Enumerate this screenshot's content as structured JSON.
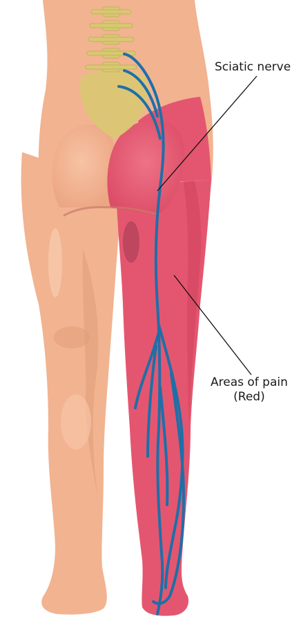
{
  "labels": {
    "sciatic_nerve": "Sciatic nerve",
    "areas_of_pain_line1": "Areas of pain",
    "areas_of_pain_line2": "(Red)"
  },
  "colors": {
    "skin": "#F2B390",
    "skin_shadow": "#E09C78",
    "pain_area": "#E4566F",
    "pain_shadow": "#CC3F58",
    "spine_bone": "#D9C872",
    "nerve": "#1E6FA8",
    "leader_line": "#111111"
  }
}
